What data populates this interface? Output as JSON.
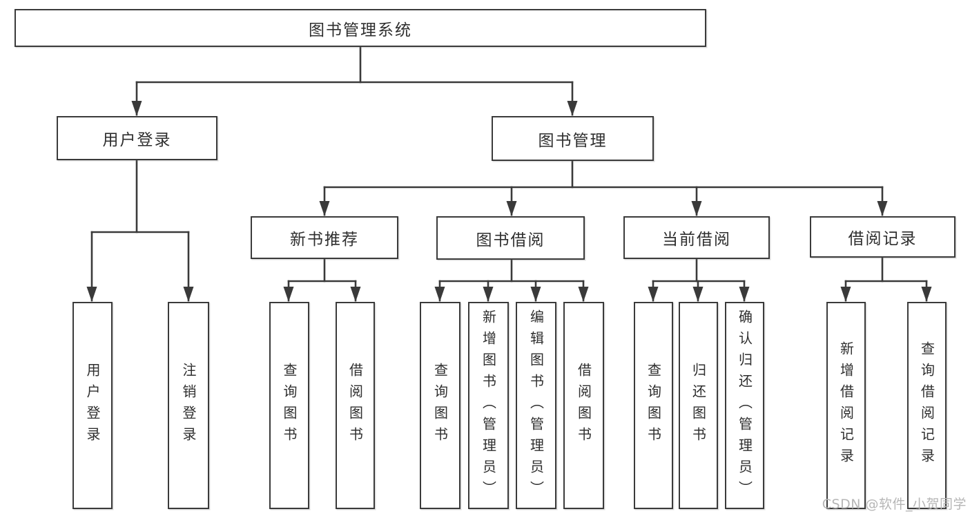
{
  "colors": {
    "line": "#3a3a3a",
    "text": "#2e2e2e",
    "box_fill": "#ffffff",
    "watermark": "#b6b6b6"
  },
  "watermark": "CSDN @软件_小贺同学",
  "tree": {
    "root": {
      "label": "图书管理系统",
      "children": [
        {
          "label": "用户登录",
          "children": [
            {
              "label": "用户登录"
            },
            {
              "label": "注销登录"
            }
          ]
        },
        {
          "label": "图书管理",
          "children": [
            {
              "label": "新书推荐",
              "children": [
                {
                  "label": "查询图书"
                },
                {
                  "label": "借阅图书"
                }
              ]
            },
            {
              "label": "图书借阅",
              "children": [
                {
                  "label": "查询图书"
                },
                {
                  "label": "新增图书（管理员）"
                },
                {
                  "label": "编辑图书（管理员）"
                },
                {
                  "label": "借阅图书"
                }
              ]
            },
            {
              "label": "当前借阅",
              "children": [
                {
                  "label": "查询图书"
                },
                {
                  "label": "归还图书"
                },
                {
                  "label": "确认归还（管理员）"
                }
              ]
            },
            {
              "label": "借阅记录",
              "children": [
                {
                  "label": "新增借阅记录"
                },
                {
                  "label": "查询借阅记录"
                }
              ]
            }
          ]
        }
      ]
    }
  }
}
